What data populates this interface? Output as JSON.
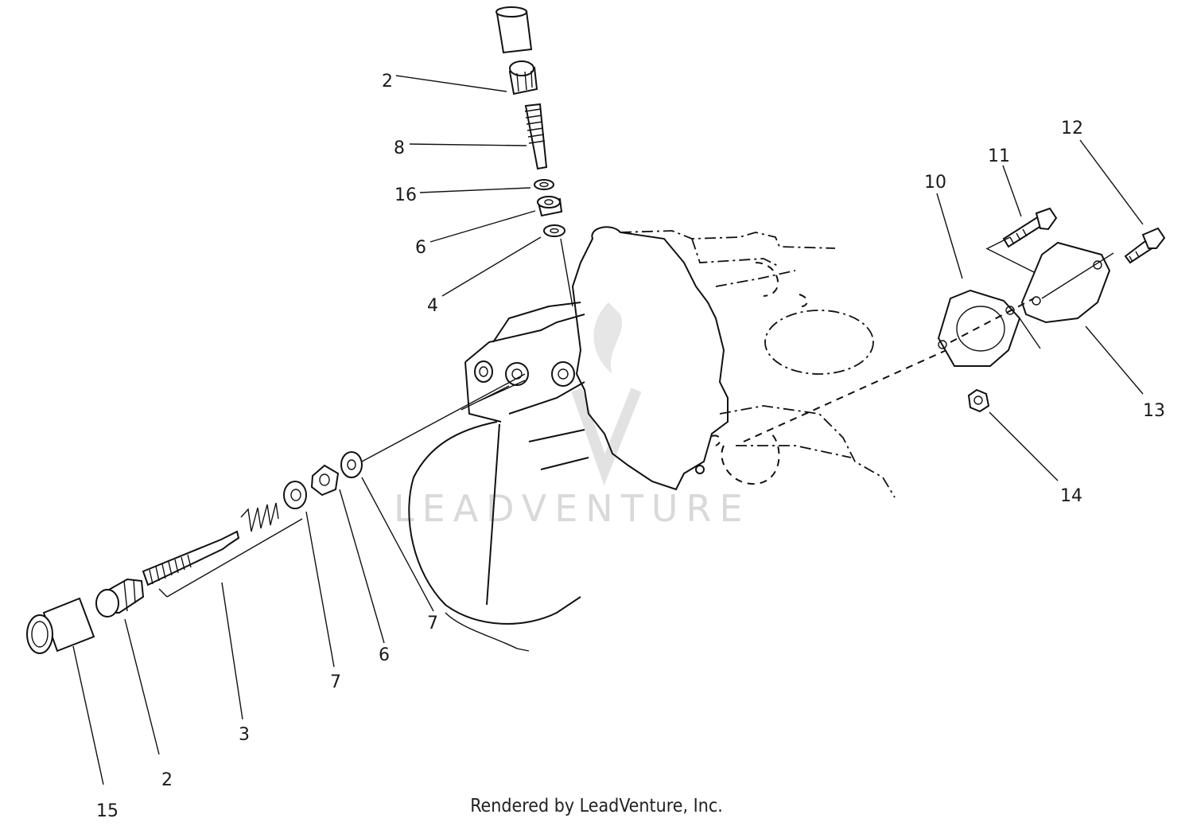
{
  "watermark": {
    "text": "LEADVENTURE"
  },
  "footer": {
    "credit": "Rendered by LeadVenture, Inc."
  },
  "callouts": [
    {
      "id": "c-2-top",
      "label": "2"
    },
    {
      "id": "c-8",
      "label": "8"
    },
    {
      "id": "c-16",
      "label": "16"
    },
    {
      "id": "c-6-top",
      "label": "6"
    },
    {
      "id": "c-4",
      "label": "4"
    },
    {
      "id": "c-10",
      "label": "10"
    },
    {
      "id": "c-11",
      "label": "11"
    },
    {
      "id": "c-12",
      "label": "12"
    },
    {
      "id": "c-13",
      "label": "13"
    },
    {
      "id": "c-14",
      "label": "14"
    },
    {
      "id": "c-7-right",
      "label": "7"
    },
    {
      "id": "c-6-bottom",
      "label": "6"
    },
    {
      "id": "c-7-left",
      "label": "7"
    },
    {
      "id": "c-3",
      "label": "3"
    },
    {
      "id": "c-2-bottom",
      "label": "2"
    },
    {
      "id": "c-15",
      "label": "15"
    }
  ]
}
